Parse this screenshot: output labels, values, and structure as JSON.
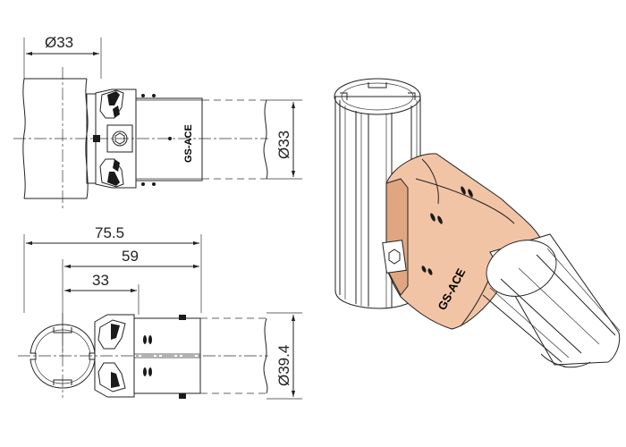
{
  "dimensions": {
    "top_width": "Ø33",
    "top_height": "Ø33",
    "overall_length": "75.5",
    "inner_length": "59",
    "tube_offset": "33",
    "bottom_height": "Ø39.4"
  },
  "branding": {
    "top_view_text": "GS-ACE",
    "iso_text": "GS-ACE"
  },
  "colors": {
    "joint_fill": "#f2c4a6",
    "joint_shadow": "#e0a681",
    "tube_fill": "#ffffff",
    "line": "#222222"
  }
}
